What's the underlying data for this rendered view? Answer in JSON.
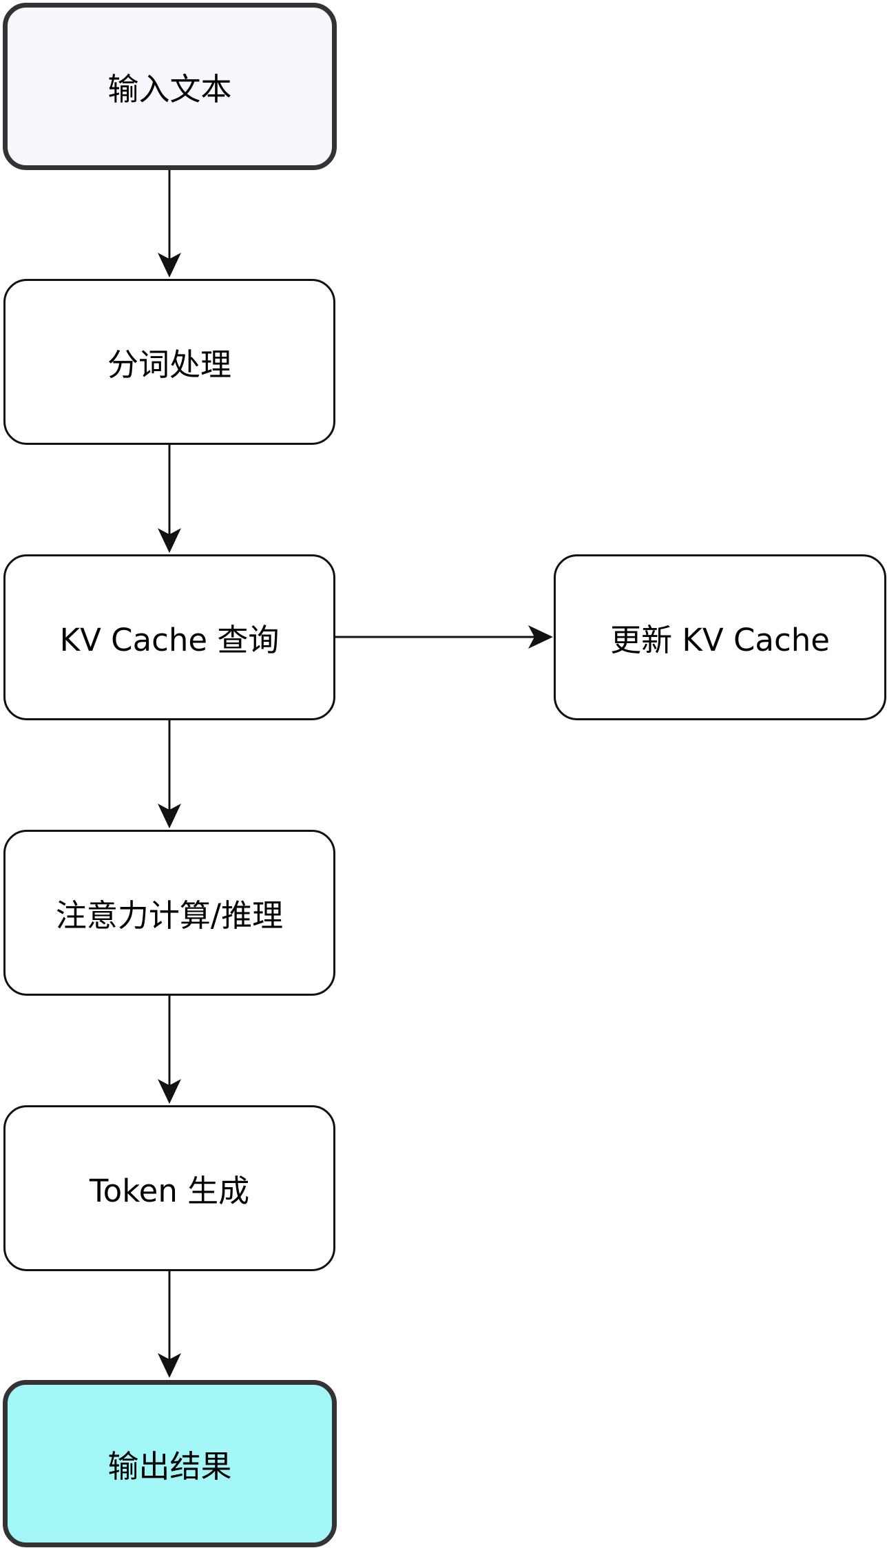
{
  "colors": {
    "input_fill": "#f8f7fe",
    "output_fill": "#a3f8f7",
    "default_fill": "#ffffff",
    "stroke": "#111111",
    "bold_stroke": "#333333"
  },
  "nodes": {
    "input": {
      "label": "输入文本"
    },
    "tokenize": {
      "label": "分词处理"
    },
    "kv_query": {
      "label": "KV Cache 查询"
    },
    "kv_update": {
      "label": "更新 KV Cache"
    },
    "attention": {
      "label": "注意力计算/推理"
    },
    "generate": {
      "label": "Token 生成"
    },
    "output": {
      "label": "输出结果"
    }
  },
  "edges": [
    {
      "from": "input",
      "to": "tokenize"
    },
    {
      "from": "tokenize",
      "to": "kv_query"
    },
    {
      "from": "kv_query",
      "to": "kv_update"
    },
    {
      "from": "kv_query",
      "to": "attention"
    },
    {
      "from": "attention",
      "to": "generate"
    },
    {
      "from": "generate",
      "to": "output"
    }
  ]
}
